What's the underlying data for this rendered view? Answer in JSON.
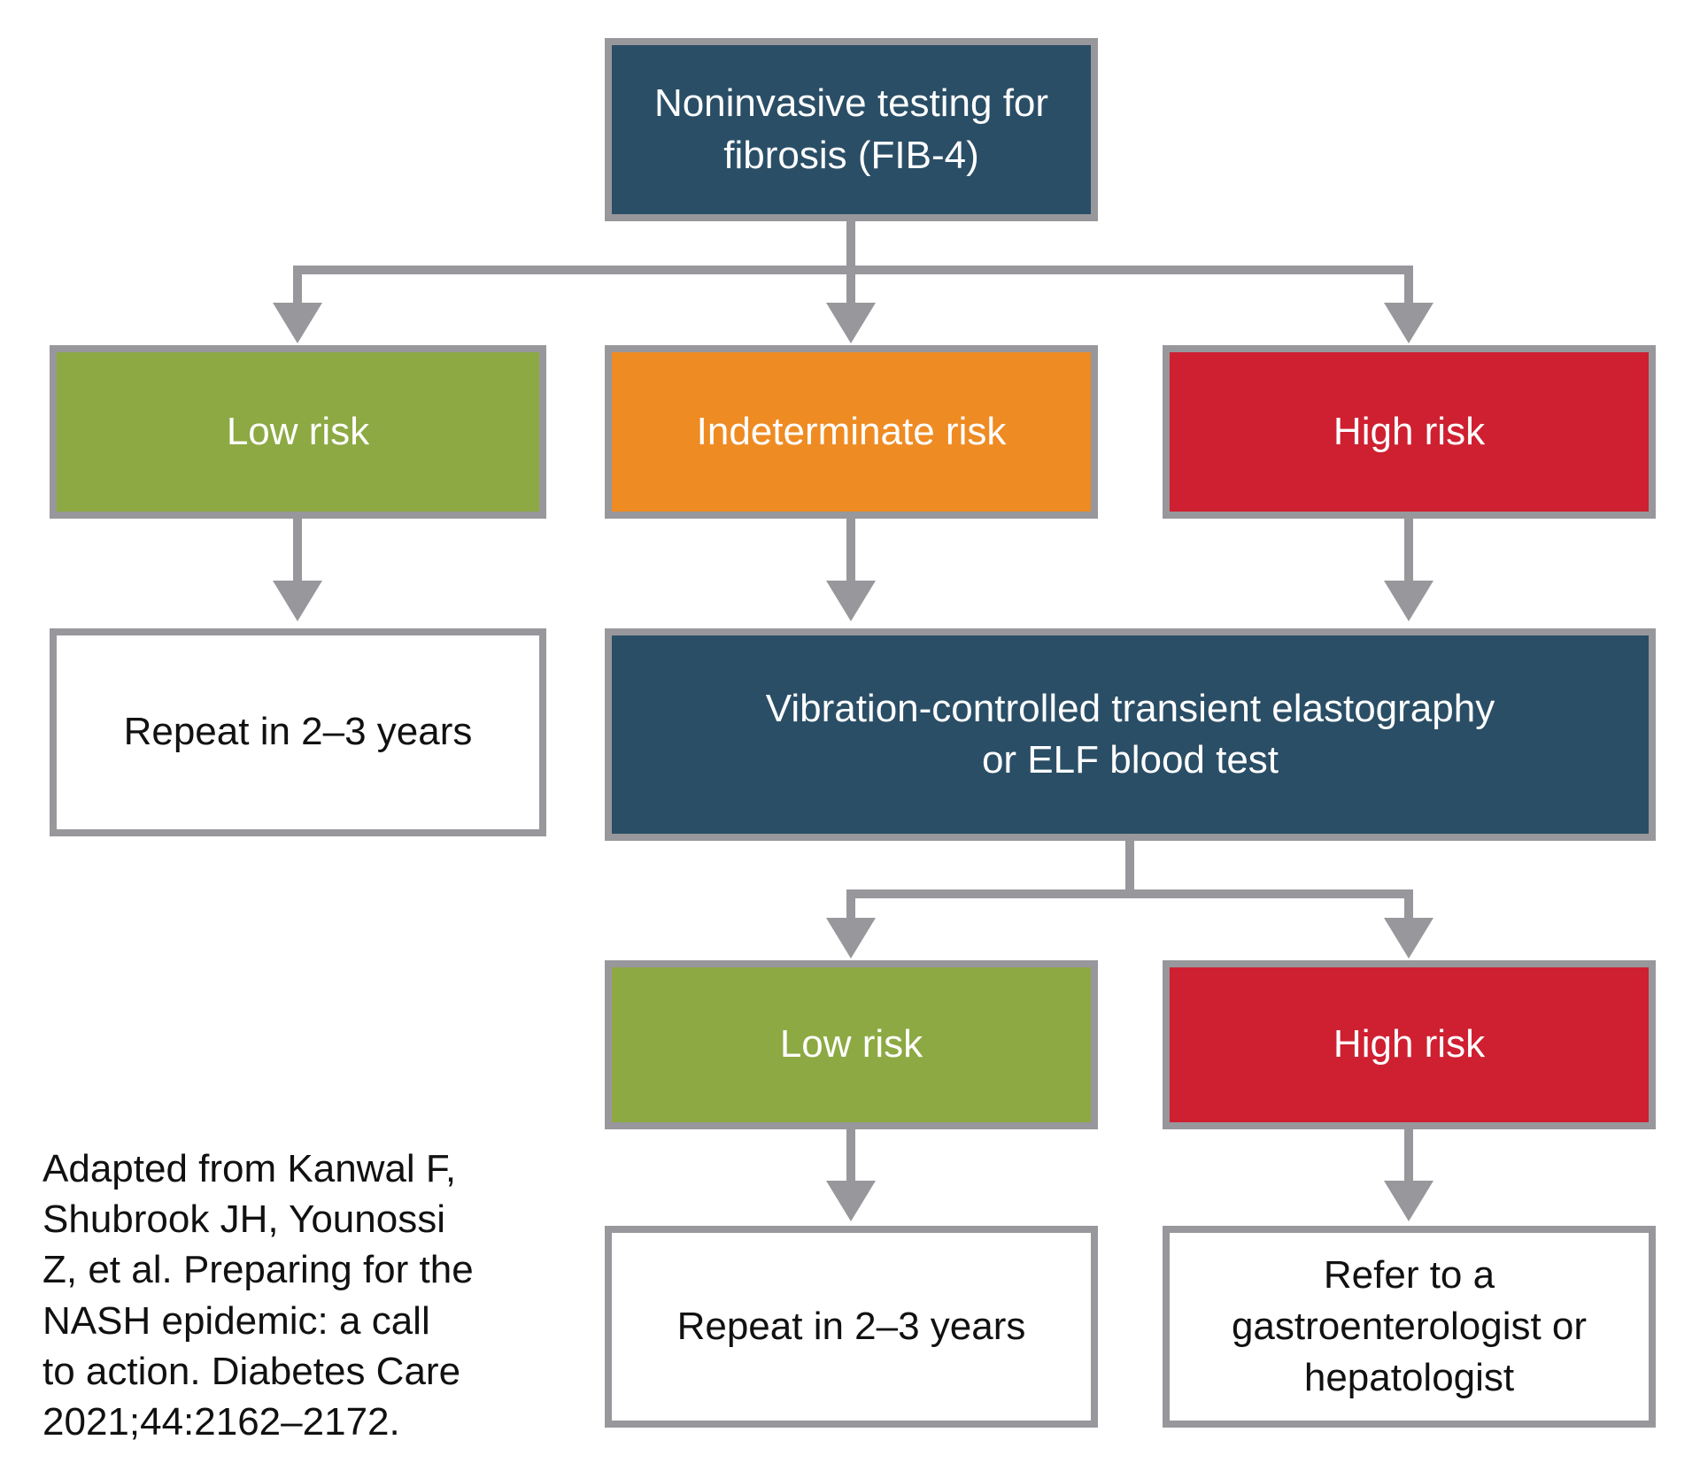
{
  "colors": {
    "navy": "#2A4E66",
    "green": "#8CA943",
    "orange": "#EE8B22",
    "red": "#CE2030",
    "connector_gray": "#98989C",
    "box_text_light": "#FFFFFF",
    "text_dark": "#111111"
  },
  "nodes": {
    "root": {
      "label": "Noninvasive testing for\nfibrosis (FIB-4)"
    },
    "low_risk_1": {
      "label": "Low risk"
    },
    "indeterminate_risk": {
      "label": "Indeterminate risk"
    },
    "high_risk_1": {
      "label": "High risk"
    },
    "repeat_1": {
      "label": "Repeat in 2–3 years"
    },
    "elastography": {
      "label": "Vibration-controlled transient elastography\nor ELF blood test"
    },
    "low_risk_2": {
      "label": "Low risk"
    },
    "high_risk_2": {
      "label": "High risk"
    },
    "repeat_2": {
      "label": "Repeat in 2–3 years"
    },
    "refer": {
      "label": "Refer to a\ngastroenterologist or\nhepatologist"
    }
  },
  "citation": {
    "text": "Adapted from Kanwal F,\nShubrook JH, Younossi\nZ, et al. Preparing for the\nNASH epidemic: a call\nto action. Diabetes Care\n2021;44:2162–2172."
  }
}
